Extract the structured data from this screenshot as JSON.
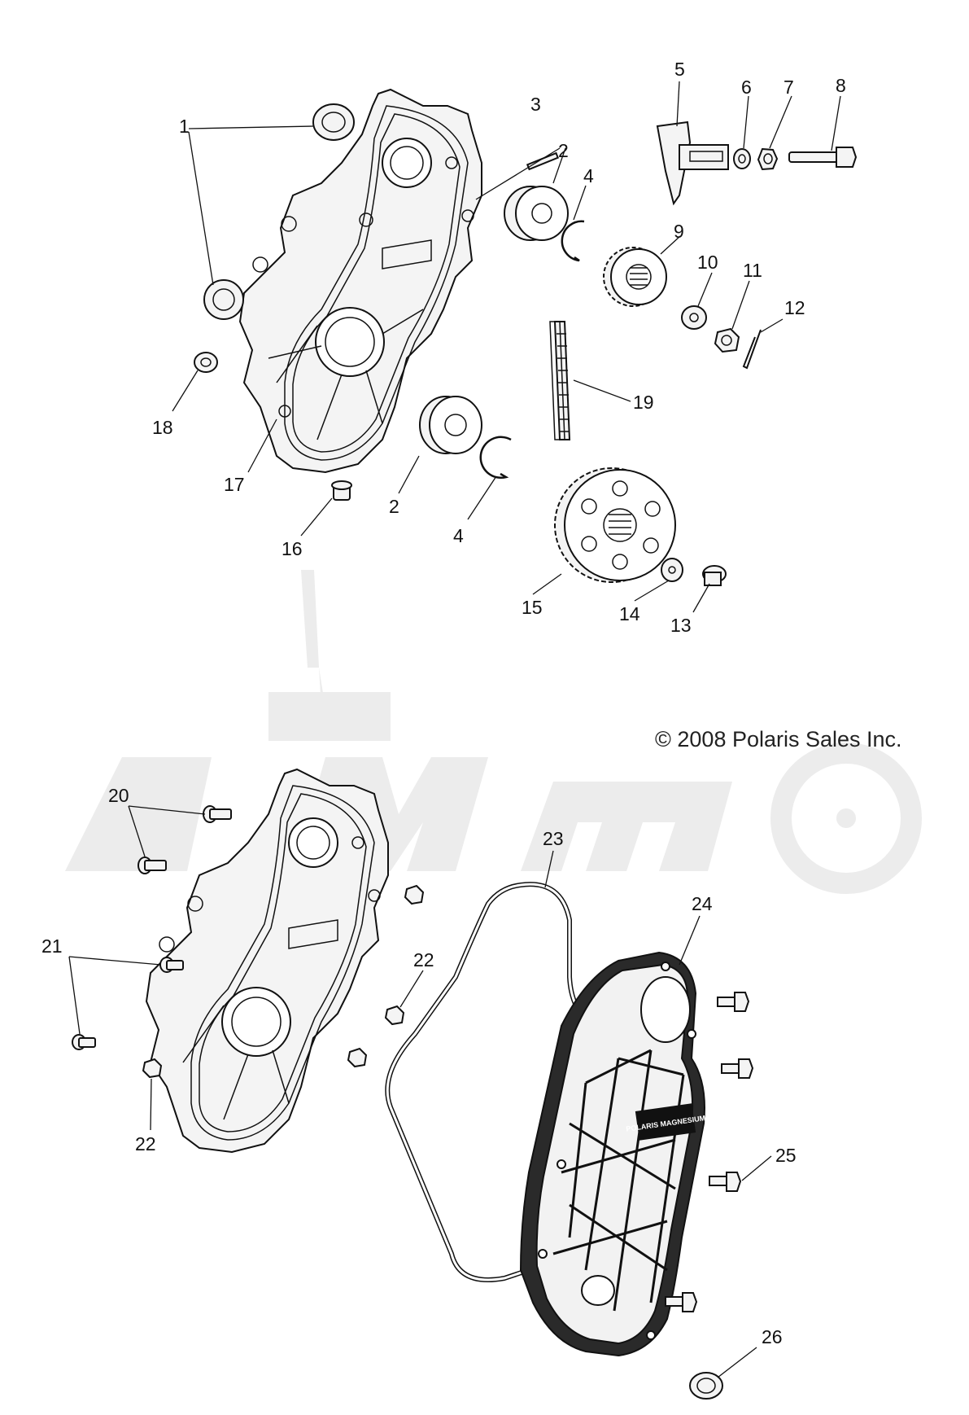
{
  "copyright": "© 2008 Polaris Sales Inc.",
  "cover_logo_text": "POLARIS MAGNESIUM",
  "callouts": [
    {
      "id": "1-top",
      "label": "1"
    },
    {
      "id": "2-top",
      "label": "2"
    },
    {
      "id": "2-bottom",
      "label": "2"
    },
    {
      "id": "3",
      "label": "3"
    },
    {
      "id": "4-top",
      "label": "4"
    },
    {
      "id": "4-bottom",
      "label": "4"
    },
    {
      "id": "5",
      "label": "5"
    },
    {
      "id": "6",
      "label": "6"
    },
    {
      "id": "7",
      "label": "7"
    },
    {
      "id": "8",
      "label": "8"
    },
    {
      "id": "9",
      "label": "9"
    },
    {
      "id": "10",
      "label": "10"
    },
    {
      "id": "11",
      "label": "11"
    },
    {
      "id": "12",
      "label": "12"
    },
    {
      "id": "13",
      "label": "13"
    },
    {
      "id": "14",
      "label": "14"
    },
    {
      "id": "15",
      "label": "15"
    },
    {
      "id": "16",
      "label": "16"
    },
    {
      "id": "17",
      "label": "17"
    },
    {
      "id": "18",
      "label": "18"
    },
    {
      "id": "19",
      "label": "19"
    },
    {
      "id": "20",
      "label": "20"
    },
    {
      "id": "21",
      "label": "21"
    },
    {
      "id": "22-right",
      "label": "22"
    },
    {
      "id": "22-left",
      "label": "22"
    },
    {
      "id": "23",
      "label": "23"
    },
    {
      "id": "24",
      "label": "24"
    },
    {
      "id": "25",
      "label": "25"
    },
    {
      "id": "26",
      "label": "26"
    }
  ]
}
